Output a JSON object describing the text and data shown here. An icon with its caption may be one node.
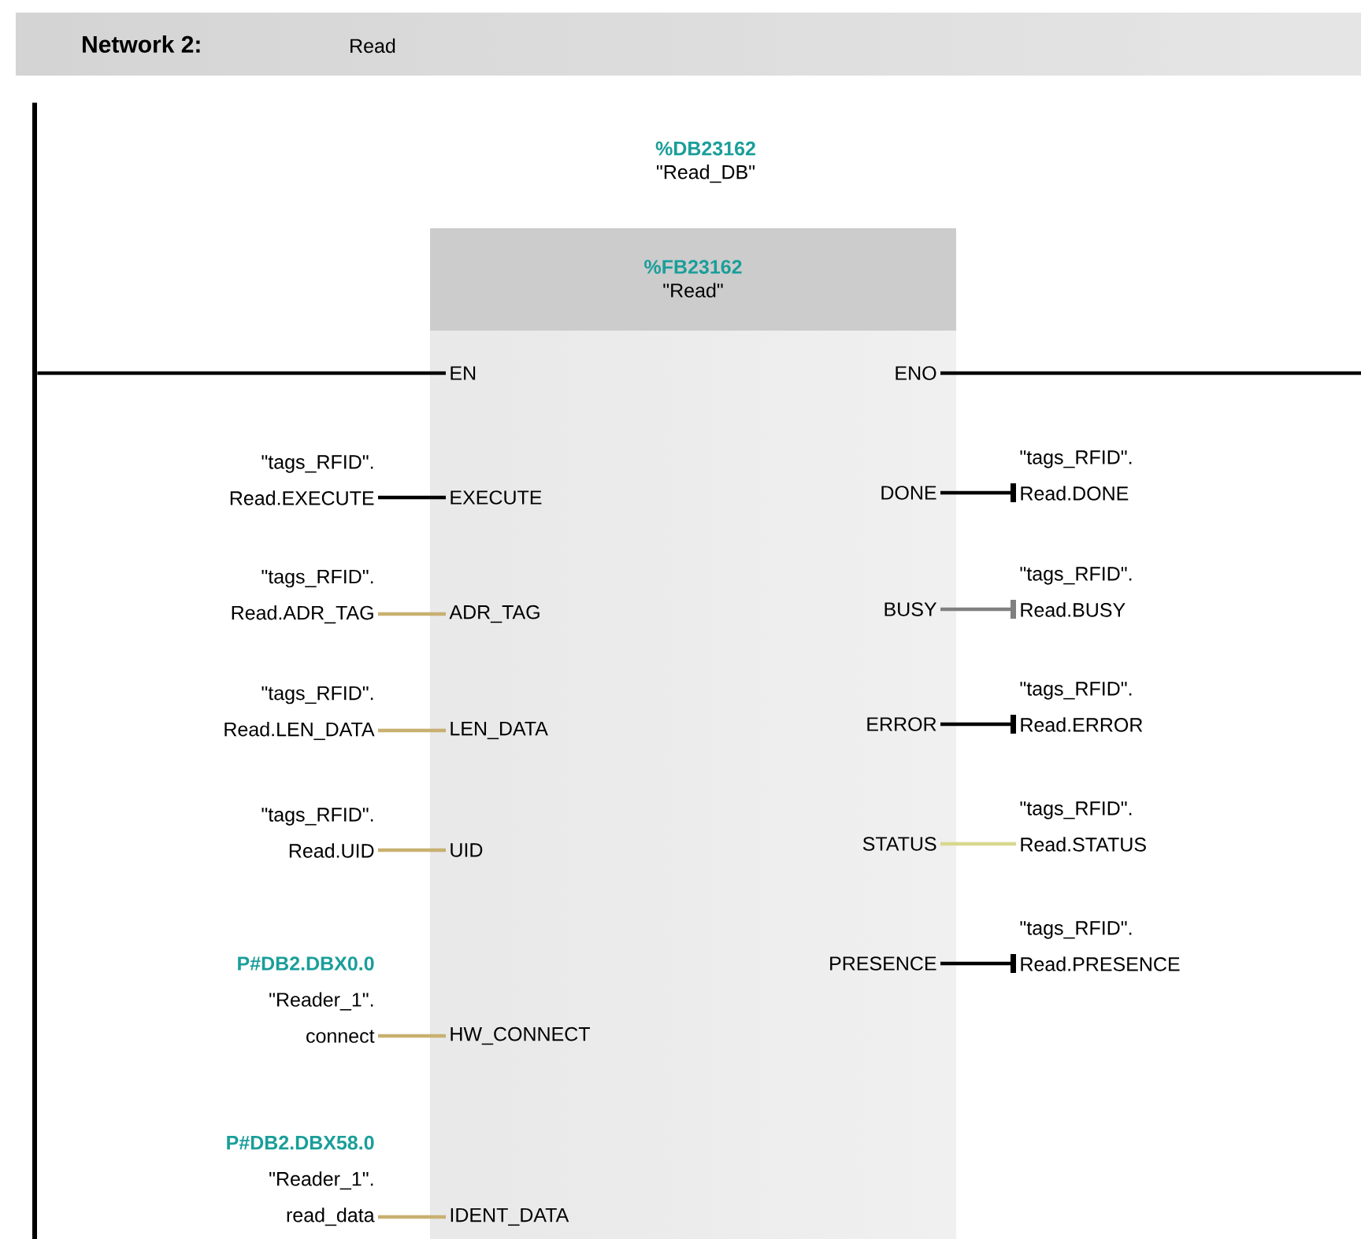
{
  "diagram": {
    "title": "Network 2:",
    "nodes": [
      {
        "text": [
          "%FB23162",
          "\"Read\""
        ],
        "beside": [
          "%DB23162",
          "\"Read_DB\""
        ]
      },
      {
        "text": [],
        "shape": "bar"
      },
      {
        "text": [
          "EN"
        ],
        "in": 0
      },
      {
        "text": [
          "ENO"
        ],
        "in": 0
      },
      {
        "text": [
          "EXECUTE"
        ],
        "in": 0
      },
      {
        "text": [
          "DONE"
        ],
        "in": 0
      },
      {
        "text": [
          "ADR_TAG"
        ],
        "in": 0
      },
      {
        "text": [
          "BUSY"
        ],
        "in": 0
      },
      {
        "text": [
          "LEN_DATA"
        ],
        "in": 0
      },
      {
        "text": [
          "ERROR"
        ],
        "in": 0
      },
      {
        "text": [
          "UID"
        ],
        "in": 0
      },
      {
        "text": [
          "STATUS"
        ],
        "in": 0
      },
      {
        "text": [
          "HW_CONNECT"
        ],
        "in": 0
      },
      {
        "text": [
          "PRESENCE"
        ],
        "in": 0
      },
      {
        "text": [
          "IDENT_DATA"
        ],
        "in": 0
      },
      {
        "text": [
          "\"tags_RFID\". Read.EXECUTE"
        ]
      },
      {
        "text": [
          "\"tags_RFID\". Read.DONE"
        ]
      },
      {
        "text": [
          "\"tags_RFID\". Read.ADR_TAG"
        ]
      },
      {
        "text": [
          "\"tags_RFID\". Read.BUSY"
        ]
      },
      {
        "text": [
          "\"tags_RFID\". Read.LEN_DATA"
        ]
      },
      {
        "text": [
          "\"tags_RFID\". Read.ERROR"
        ]
      },
      {
        "text": [
          "\"tags_RFID\". Read.UID"
        ]
      },
      {
        "text": [
          "\"tags_RFID\". Read.STATUS"
        ]
      },
      {
        "text": [
          "\"tags_RFID\". Read.PRESENCE"
        ]
      },
      {
        "text": [
          "P#DB2.DBX0.0",
          "\"Reader_1\". connect"
        ]
      },
      {
        "text": [
          "P#DB2.DBX58.0",
          "\"Reader_1\". read_data"
        ]
      }
    ],
    "edges": [
      {
        "from": 1,
        "to": 2,
        "arrow": "none"
      },
      {
        "from": 3,
        "to": null,
        "arrow": "none"
      },
      {
        "from": 15,
        "to": 4,
        "arrow": "none"
      },
      {
        "from": 5,
        "to": 16,
        "arrow": "other"
      },
      {
        "from": 17,
        "to": 6,
        "arrow": "none",
        "color": "#c8b070"
      },
      {
        "from": 7,
        "to": 18,
        "arrow": "other",
        "color": "#808080"
      },
      {
        "from": 19,
        "to": 8,
        "arrow": "none",
        "color": "#c8b070"
      },
      {
        "from": 9,
        "to": 20,
        "arrow": "other"
      },
      {
        "from": 21,
        "to": 10,
        "arrow": "none",
        "color": "#c8b070"
      },
      {
        "from": 11,
        "to": 22,
        "arrow": "none",
        "color": "#d8d890"
      },
      {
        "from": 13,
        "to": 23,
        "arrow": "other"
      },
      {
        "from": 24,
        "to": 12,
        "arrow": "none",
        "color": "#c8b070"
      },
      {
        "from": 25,
        "to": 14,
        "arrow": "none",
        "color": "#c8b070"
      }
    ],
    "labels": [
      "Read"
    ]
  }
}
